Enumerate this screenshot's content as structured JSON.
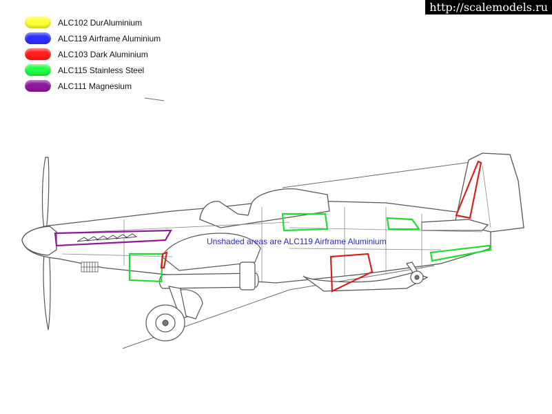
{
  "watermark": "http://scalemodels.ru",
  "legend": [
    {
      "label": "ALC102 DurAluminium",
      "color": "#ffff33"
    },
    {
      "label": "ALC119 Airframe Aluminium",
      "color": "#2f2fff"
    },
    {
      "label": "ALC103 Dark Aluminium",
      "color": "#ff1f1f"
    },
    {
      "label": "ALC115 Stainless Steel",
      "color": "#22ff44"
    },
    {
      "label": "ALC111 Magnesium",
      "color": "#8e1a9a"
    }
  ],
  "note": "Unshaded areas are ALC119 Airframe Aluminium",
  "colors": {
    "line_art": "#555555",
    "dark_aluminium": "#d42020",
    "stainless_steel": "#1fdc2f",
    "magnesium": "#8e1a9a"
  }
}
